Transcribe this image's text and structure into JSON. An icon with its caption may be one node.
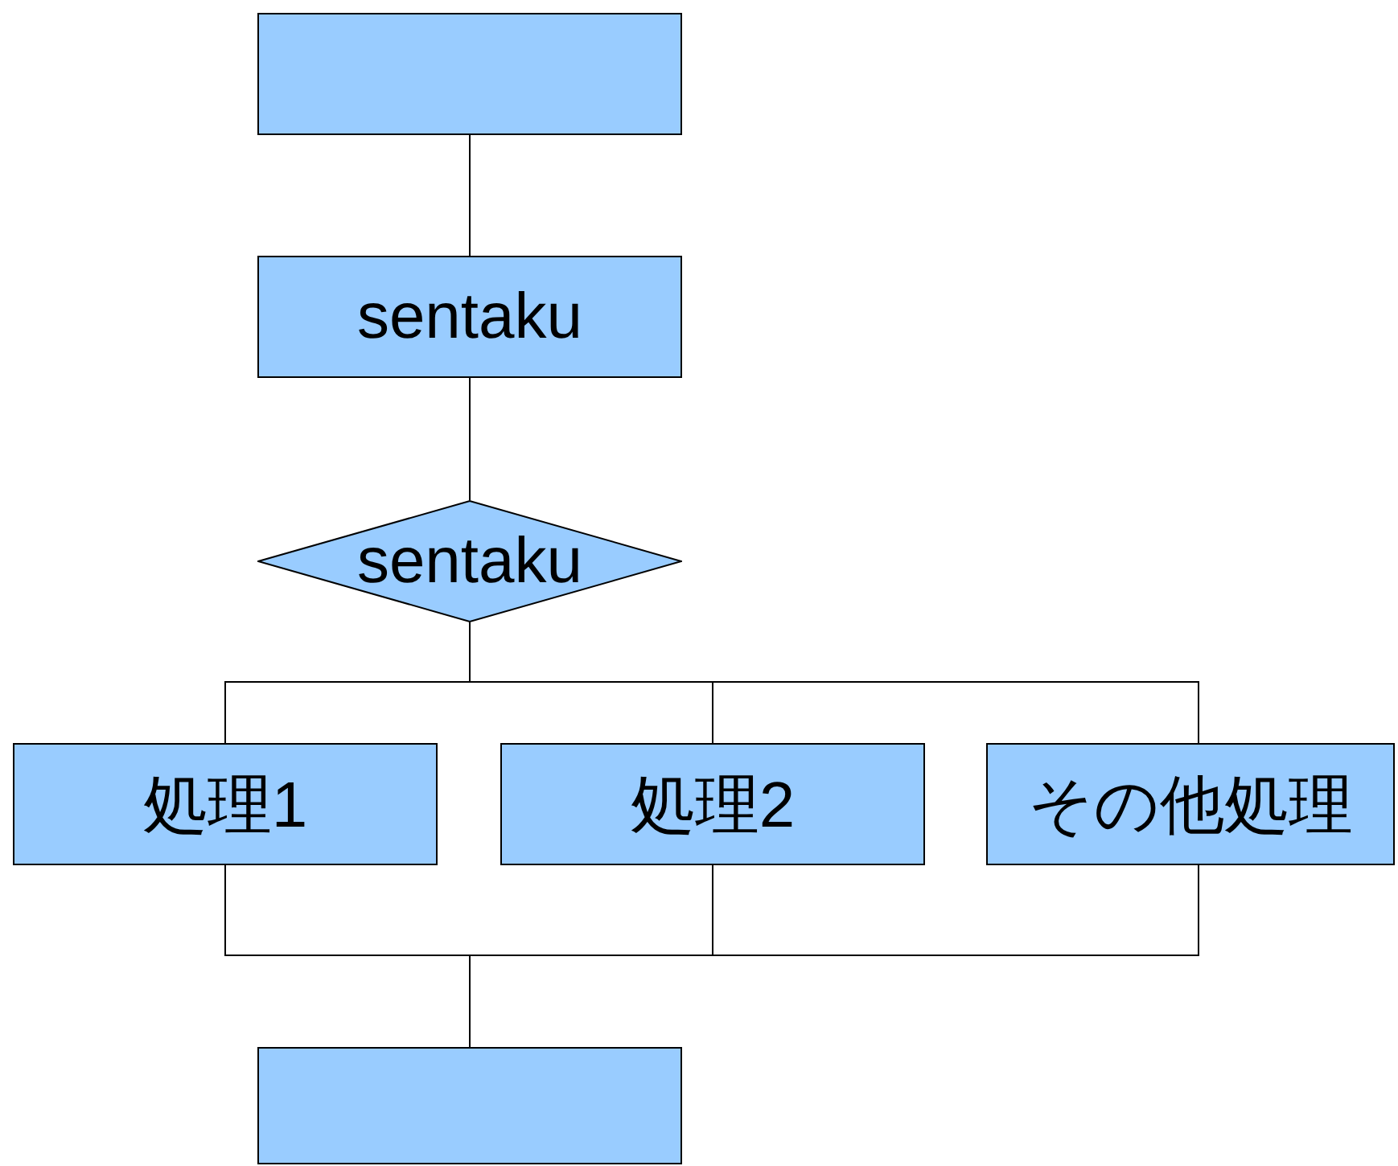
{
  "diagram": {
    "nodes": [
      {
        "text": [],
        "shape": "box"
      },
      {
        "text": [
          "sentaku"
        ]
      },
      {
        "text": [
          "sentaku"
        ]
      },
      {
        "text": [
          "処理1"
        ]
      },
      {
        "text": [
          "処理2"
        ]
      },
      {
        "text": [
          "その他処理"
        ]
      },
      {
        "text": [],
        "shape": "box"
      }
    ],
    "edges": [
      {
        "from": 0,
        "to": 1,
        "arrow": "none"
      },
      {
        "from": 1,
        "to": 2,
        "arrow": "none"
      },
      {
        "from": 2,
        "to": 3,
        "arrow": "none"
      },
      {
        "from": 2,
        "to": 4,
        "arrow": "none"
      },
      {
        "from": 2,
        "to": 5,
        "arrow": "none"
      },
      {
        "from": 3,
        "to": 6,
        "arrow": "none"
      },
      {
        "from": 4,
        "to": 6,
        "arrow": "none"
      },
      {
        "from": 5,
        "to": 6,
        "arrow": "none"
      }
    ]
  }
}
